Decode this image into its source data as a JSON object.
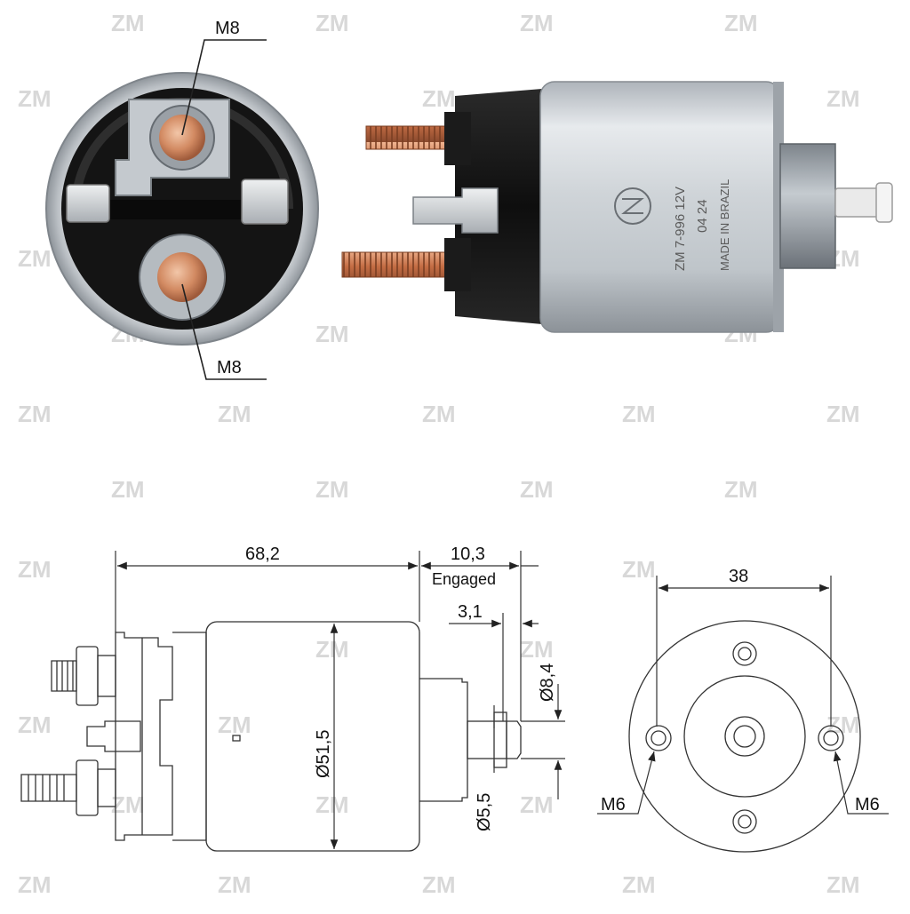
{
  "watermark": {
    "brand": "ZM"
  },
  "photos": {
    "end_view": {
      "terminal_top_label": "M8",
      "terminal_bottom_label": "M8"
    },
    "side_view": {
      "marking_line1": "ZM 7-996 12V",
      "marking_line2": "04 24",
      "marking_line3": "MADE IN BRAZIL"
    }
  },
  "drawing": {
    "side": {
      "body_length": "68,2",
      "stroke": "10,3",
      "stroke_note": "Engaged",
      "plunger_tip": "3,1",
      "body_diameter": "Ø51,5",
      "tip_diameter": "Ø8,4",
      "shaft_diameter": "Ø5,5"
    },
    "front": {
      "hole_spacing": "38",
      "left_hole": "M6",
      "right_hole": "M6"
    }
  },
  "colors": {
    "line": "#333333",
    "copper": "#c87a55",
    "steel": "#c9ced3",
    "black": "#151515"
  }
}
